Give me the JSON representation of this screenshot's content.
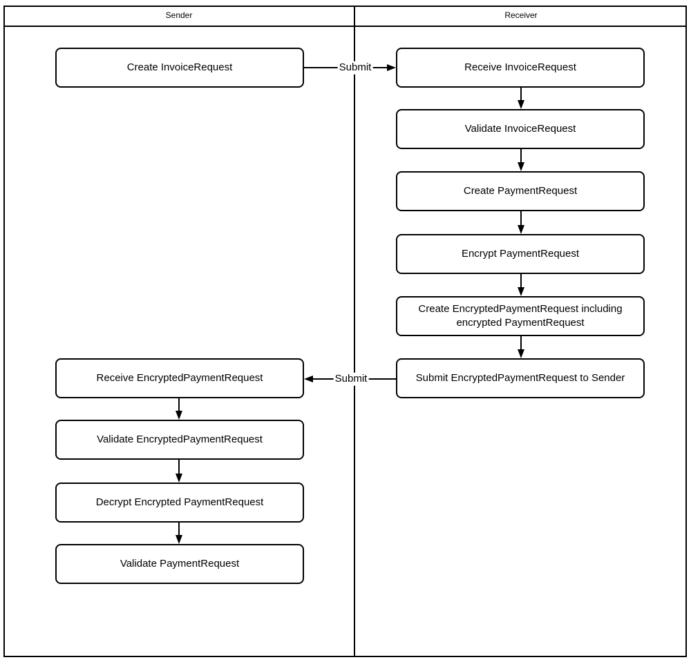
{
  "diagram": {
    "colors": {
      "line": "#000000",
      "background": "#ffffff",
      "text": "#000000"
    },
    "lanes": {
      "sender": {
        "title": "Sender",
        "boxes": [
          {
            "label": "Create InvoiceRequest"
          },
          {
            "label": "Receive EncryptedPaymentRequest"
          },
          {
            "label": "Validate EncryptedPaymentRequest"
          },
          {
            "label": "Decrypt Encrypted PaymentRequest"
          },
          {
            "label": "Validate PaymentRequest"
          }
        ]
      },
      "receiver": {
        "title": "Receiver",
        "boxes": [
          {
            "label": "Receive InvoiceRequest"
          },
          {
            "label": "Validate InvoiceRequest"
          },
          {
            "label": "Create PaymentRequest"
          },
          {
            "label": "Encrypt PaymentRequest"
          },
          {
            "label": "Create EncryptedPaymentRequest including encrypted PaymentRequest"
          },
          {
            "label": "Submit EncryptedPaymentRequest to Sender"
          }
        ]
      }
    },
    "edges": {
      "submit_invoice_request": {
        "label": "Submit"
      },
      "submit_encrypted_payment_request": {
        "label": "Submit"
      }
    }
  }
}
